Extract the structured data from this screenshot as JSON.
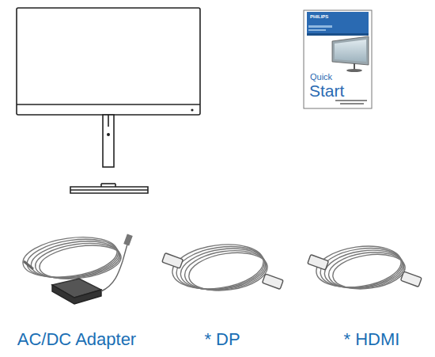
{
  "diagram": {
    "labels": [
      "PHILIPS",
      "Quick",
      "Start",
      "AC/DC Adapter",
      "* DP",
      "* HDMI"
    ]
  }
}
